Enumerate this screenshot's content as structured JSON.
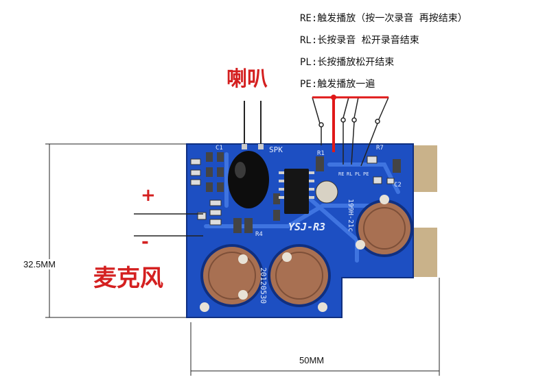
{
  "legend": [
    "RE:触发播放（按一次录音 再按结束）",
    "RL:长按录音 松开录音结束",
    "PL:长按播放松开结束",
    "PE:触发播放一遍"
  ],
  "speaker_label": "喇叭",
  "mic_label": "麦克风",
  "plus_sign": "+",
  "minus_sign": "-",
  "height_dim": "32.5MM",
  "width_dim": "50MM",
  "board": {
    "model": "YSJ-R3",
    "date_code": "20120530",
    "part_code": "199H-21c",
    "spk": "SPK",
    "c1": "C1",
    "r7": "R7",
    "c2": "C2",
    "r4": "R4",
    "r1": "R1",
    "pins": [
      "RE",
      "RL",
      "PL",
      "PE"
    ]
  },
  "colors": {
    "pcb": "#1d4fc2",
    "pad": "#a87052",
    "label_red": "#d42020",
    "trace_red": "#e01818"
  }
}
